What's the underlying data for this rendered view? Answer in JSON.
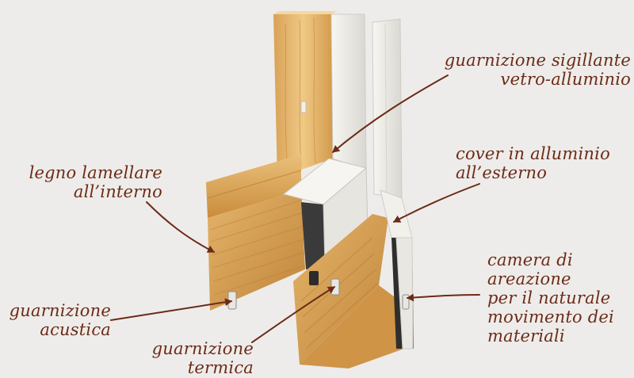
{
  "colors": {
    "background": "#eeecea",
    "annotation": "#6b2b17",
    "wood_light": "#e2b56e",
    "wood_dark": "#c98c3c",
    "aluminium": "#f2f1ec",
    "gasket": "#2b2b2b"
  },
  "labels": {
    "glass_seal": [
      "guarnizione sigillante",
      "vetro-alluminio"
    ],
    "aluminium_cover": [
      "cover in alluminio",
      "all’esterno"
    ],
    "laminated_wood": [
      "legno lamellare",
      "all’interno"
    ],
    "air_chamber": [
      "camera di",
      "areazione",
      "per il naturale",
      "movimento dei",
      "materiali"
    ],
    "acoustic_gasket": [
      "guarnizione",
      "acustica"
    ],
    "thermal_gasket": [
      "guarnizione",
      "termica"
    ]
  }
}
